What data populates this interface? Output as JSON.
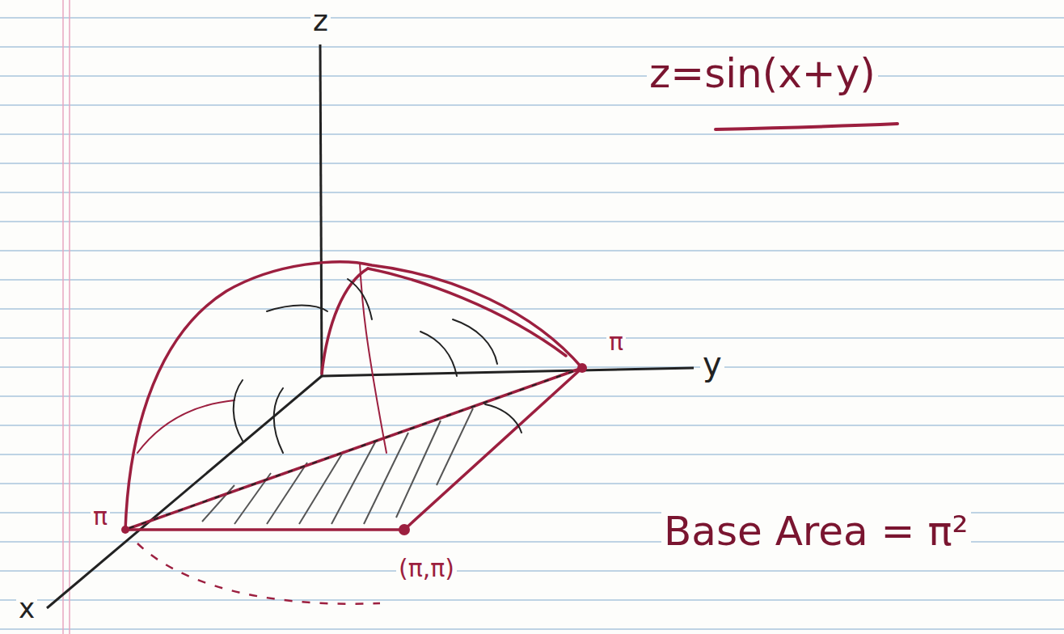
{
  "diagram": {
    "labels": [
      "z",
      "z=sin(x+y)",
      "y",
      "π",
      "π",
      "(π,π)",
      "x",
      "Base Area = π²"
    ]
  }
}
